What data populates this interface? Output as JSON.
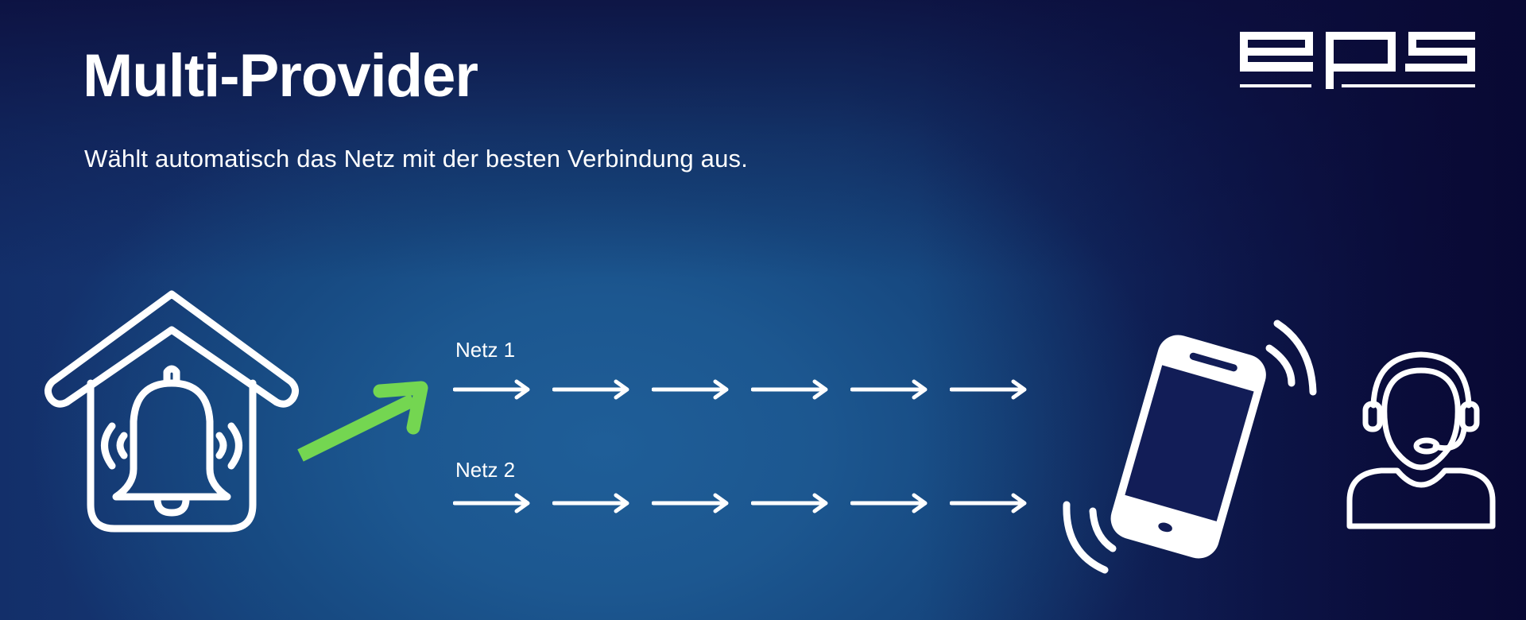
{
  "slide": {
    "title": "Multi-Provider",
    "subtitle": "Wählt automatisch das Netz mit der besten Verbindung aus.",
    "brand": {
      "logo_text": "eps",
      "logo_color": "#ffffff"
    },
    "colors": {
      "background_dark": "#0c0e3e",
      "background_mid": "#174a82",
      "background_light": "#1f5e98",
      "accent_green": "#74d651",
      "foreground": "#ffffff"
    },
    "diagram": {
      "source": {
        "icon": "house-alarm-bell-icon",
        "label": ""
      },
      "selector_arrow": {
        "icon": "green-diagonal-arrow-icon",
        "color": "#74d651"
      },
      "networks": [
        {
          "label": "Netz 1",
          "arrow_count": 6
        },
        {
          "label": "Netz 2",
          "arrow_count": 6
        }
      ],
      "receiver": {
        "icon": "vibrating-smartphone-icon"
      },
      "operator": {
        "icon": "headset-operator-icon"
      }
    }
  }
}
